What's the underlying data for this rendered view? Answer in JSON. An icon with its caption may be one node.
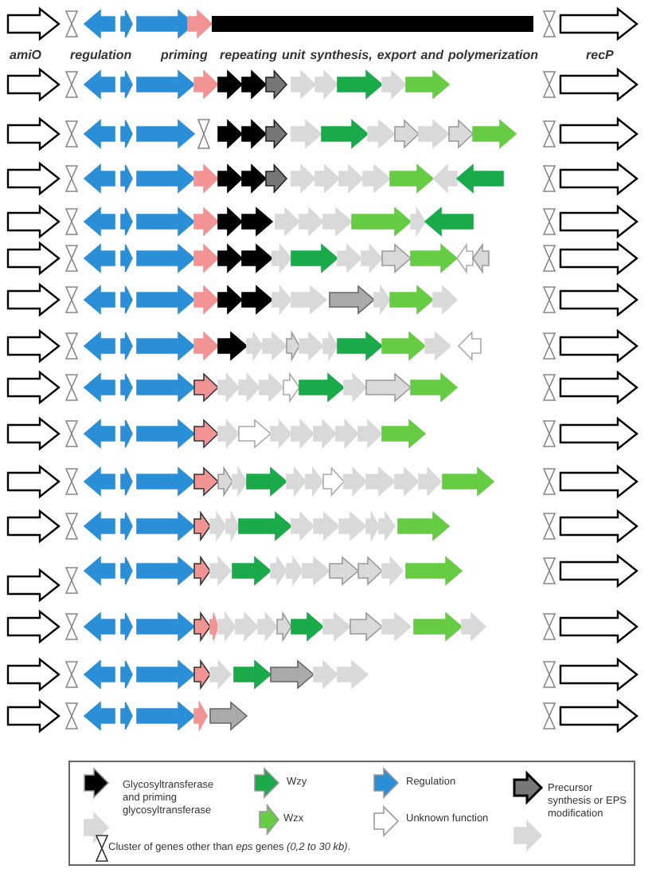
{
  "diagram": {
    "labels": [
      "amiO",
      "regulation",
      "priming",
      "repeating unit synthesis, export and polymerization",
      "recP"
    ],
    "legend": [
      {
        "text": "Glycosyltransferase and priming glycosyltransferase",
        "color": "#000000"
      },
      {
        "text": "Wzy",
        "color": "#1aaa4a"
      },
      {
        "text": "Wzx",
        "color": "#66cc44"
      },
      {
        "text": "Regulation",
        "color": "#2b8fd8"
      },
      {
        "text": "Unknown function"
      },
      {
        "text": "Precursor synthesis or EPS modification",
        "color": "#777777"
      },
      {
        "text": "Cluster of genes other than *eps* genes *(0,2 to 30 kb)*."
      }
    ]
  }
}
